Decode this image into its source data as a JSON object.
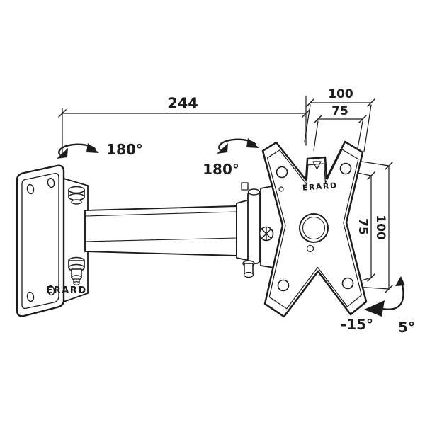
{
  "diagram": {
    "colors": {
      "line": "#1c1c1c",
      "background": "#ffffff"
    },
    "dimensions": {
      "arm_length": "244",
      "vesa_width_outer": "100",
      "vesa_width_inner": "75",
      "vesa_height_inner": "75",
      "vesa_height_outer": "100"
    },
    "angles": {
      "wall_swivel": "180°",
      "arm_swivel": "180°",
      "tilt_down": "-15°",
      "tilt_up": "5°"
    },
    "markings": {
      "wall_plate_brand": "ERARD",
      "vesa_plate_brand": "ERARD"
    }
  }
}
